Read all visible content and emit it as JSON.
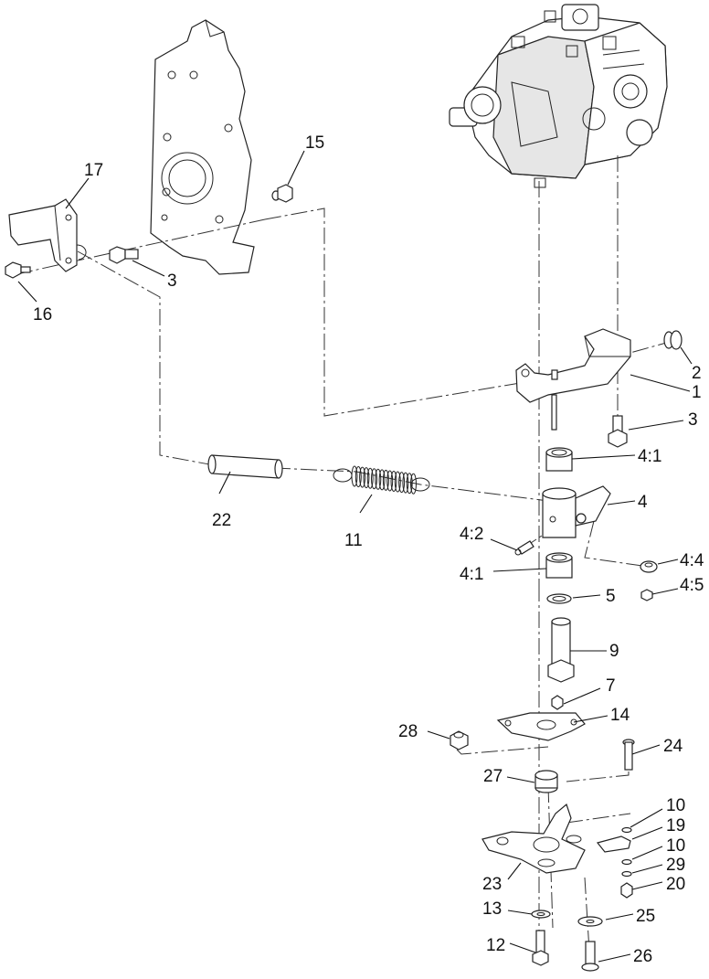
{
  "callouts": {
    "c1": "1",
    "c2": "2",
    "c3a": "3",
    "c3b": "3",
    "c4": "4",
    "c4_1a": "4:1",
    "c4_1b": "4:1",
    "c4_2": "4:2",
    "c4_4": "4:4",
    "c4_5": "4:5",
    "c5": "5",
    "c7": "7",
    "c9": "9",
    "c10a": "10",
    "c10b": "10",
    "c11": "11",
    "c12": "12",
    "c13": "13",
    "c14": "14",
    "c15": "15",
    "c16": "16",
    "c17": "17",
    "c19": "19",
    "c20": "20",
    "c22": "22",
    "c23": "23",
    "c24": "24",
    "c25": "25",
    "c26": "26",
    "c27": "27",
    "c28": "28",
    "c29": "29"
  },
  "icons": {
    "pump": "hydraulic-pump-icon",
    "plate": "mounting-plate-icon",
    "spring": "extension-spring-icon"
  }
}
